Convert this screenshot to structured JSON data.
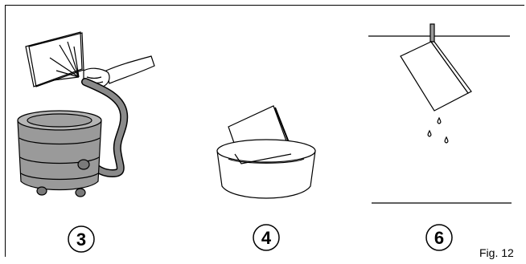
{
  "figure": {
    "caption": "Fig. 12",
    "steps": [
      {
        "number": "3",
        "illustration": "vacuum-cleaning-filter"
      },
      {
        "number": "4",
        "illustration": "soaking-filter-in-basin"
      },
      {
        "number": "6",
        "illustration": "hanging-filter-to-dry"
      }
    ]
  }
}
